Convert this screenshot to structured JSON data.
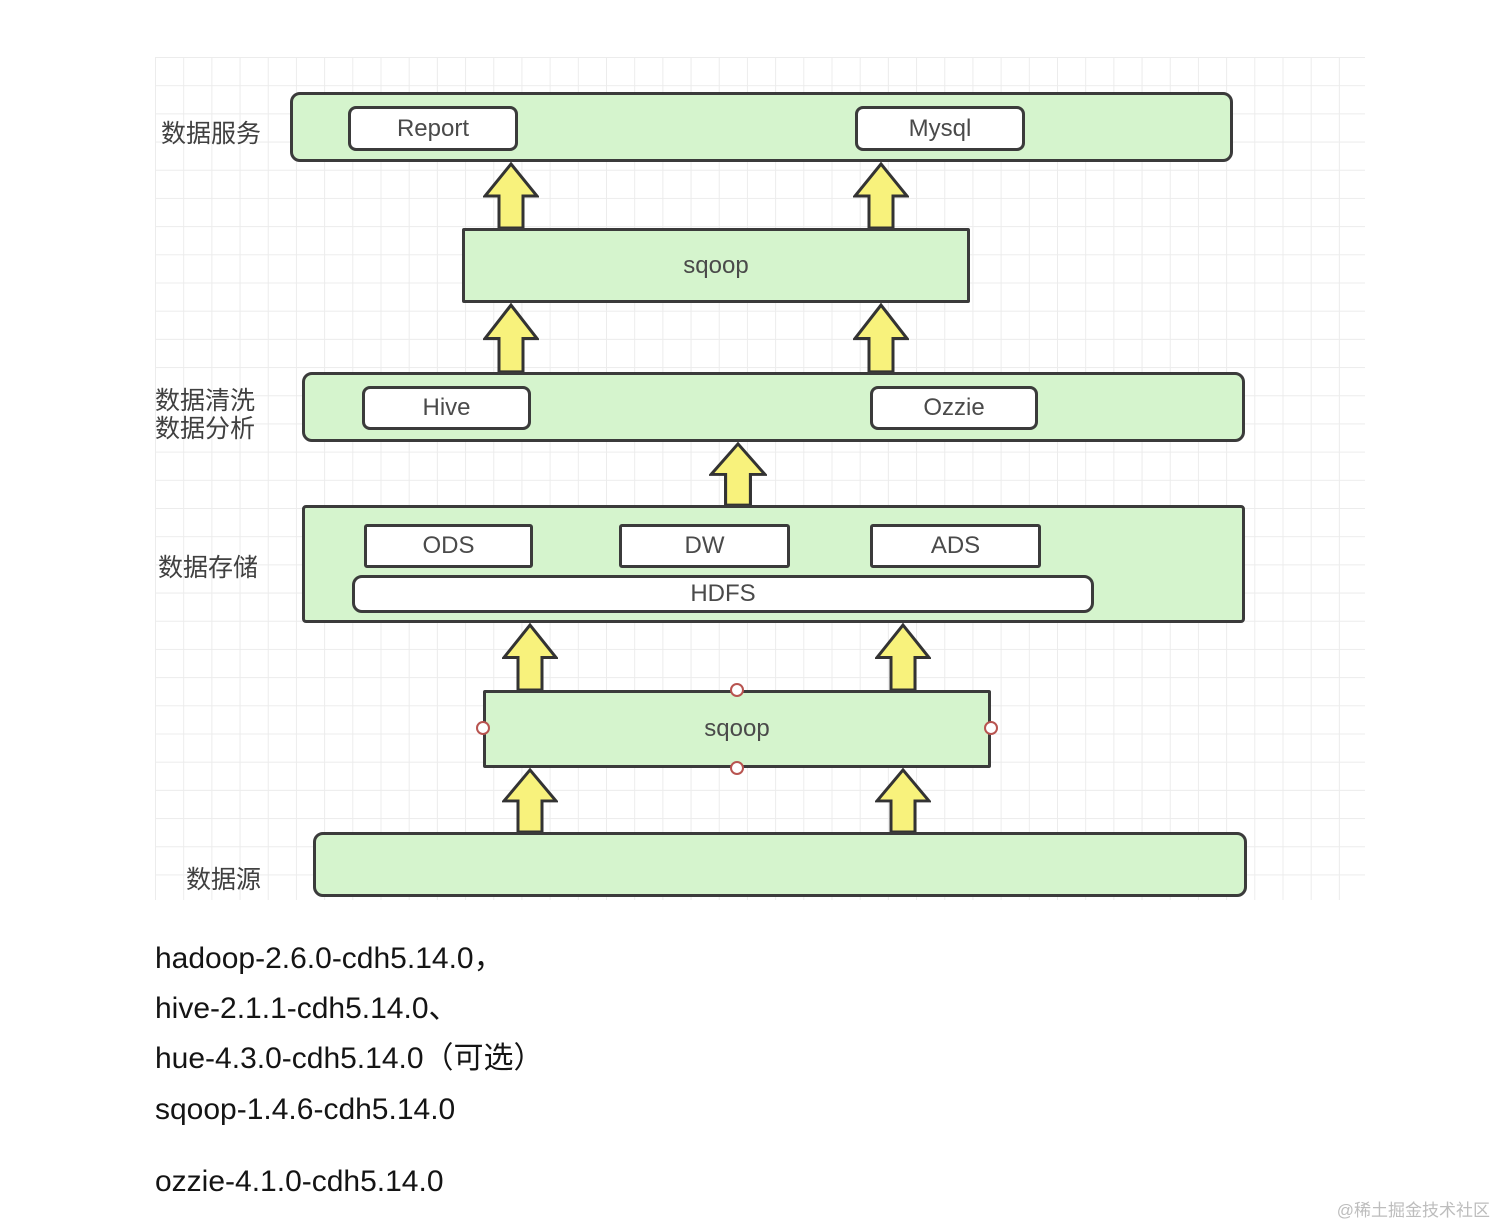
{
  "labels": {
    "service": "数据服务",
    "clean1": "数据清洗",
    "clean2": "数据分析",
    "storage": "数据存储",
    "source": "数据源"
  },
  "nodes": {
    "report": "Report",
    "mysql": "Mysql",
    "sqoop_top": "sqoop",
    "hive": "Hive",
    "ozzie": "Ozzie",
    "ods": "ODS",
    "dw": "DW",
    "ads": "ADS",
    "hdfs": "HDFS",
    "sqoop_bottom": "sqoop"
  },
  "notes": {
    "line1": "hadoop-2.6.0-cdh5.14.0，",
    "line2": "hive-2.1.1-cdh5.14.0、",
    "line3": "hue-4.3.0-cdh5.14.0（可选）",
    "line4": "sqoop-1.4.6-cdh5.14.0",
    "line5": "ozzie-4.1.0-cdh5.14.0"
  },
  "watermark": "@稀土掘金技术社区",
  "colors": {
    "node_fill": "#d5f4cd",
    "node_border": "#3b3b3b",
    "arrow_fill": "#f8f27c",
    "handle_border": "#b85450",
    "grid_line": "#ececec"
  }
}
